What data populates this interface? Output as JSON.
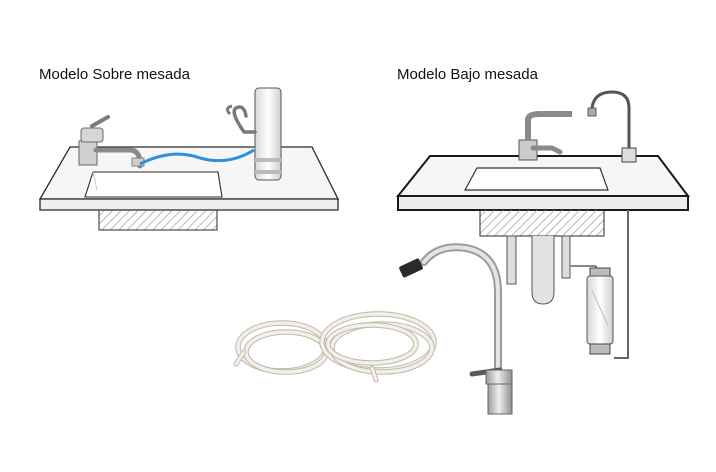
{
  "labels": {
    "over_counter": "Modelo Sobre mesada",
    "under_counter": "Modelo Bajo mesada"
  },
  "colors": {
    "outline": "#2a2a2a",
    "counter_fill": "#f4f4f4",
    "basin_fill": "#ffffff",
    "hatch": "#b8b8b8",
    "hose_blue": "#2f8fd8",
    "chrome": "#c9c9c9",
    "chrome_dark": "#8c8c8c",
    "tubing": "#eeeae2",
    "filter_body": "#f2f2f2"
  },
  "icons": [
    "sink-over-counter",
    "sink-under-counter",
    "faucet-with-tube",
    "coiled-tubing"
  ]
}
